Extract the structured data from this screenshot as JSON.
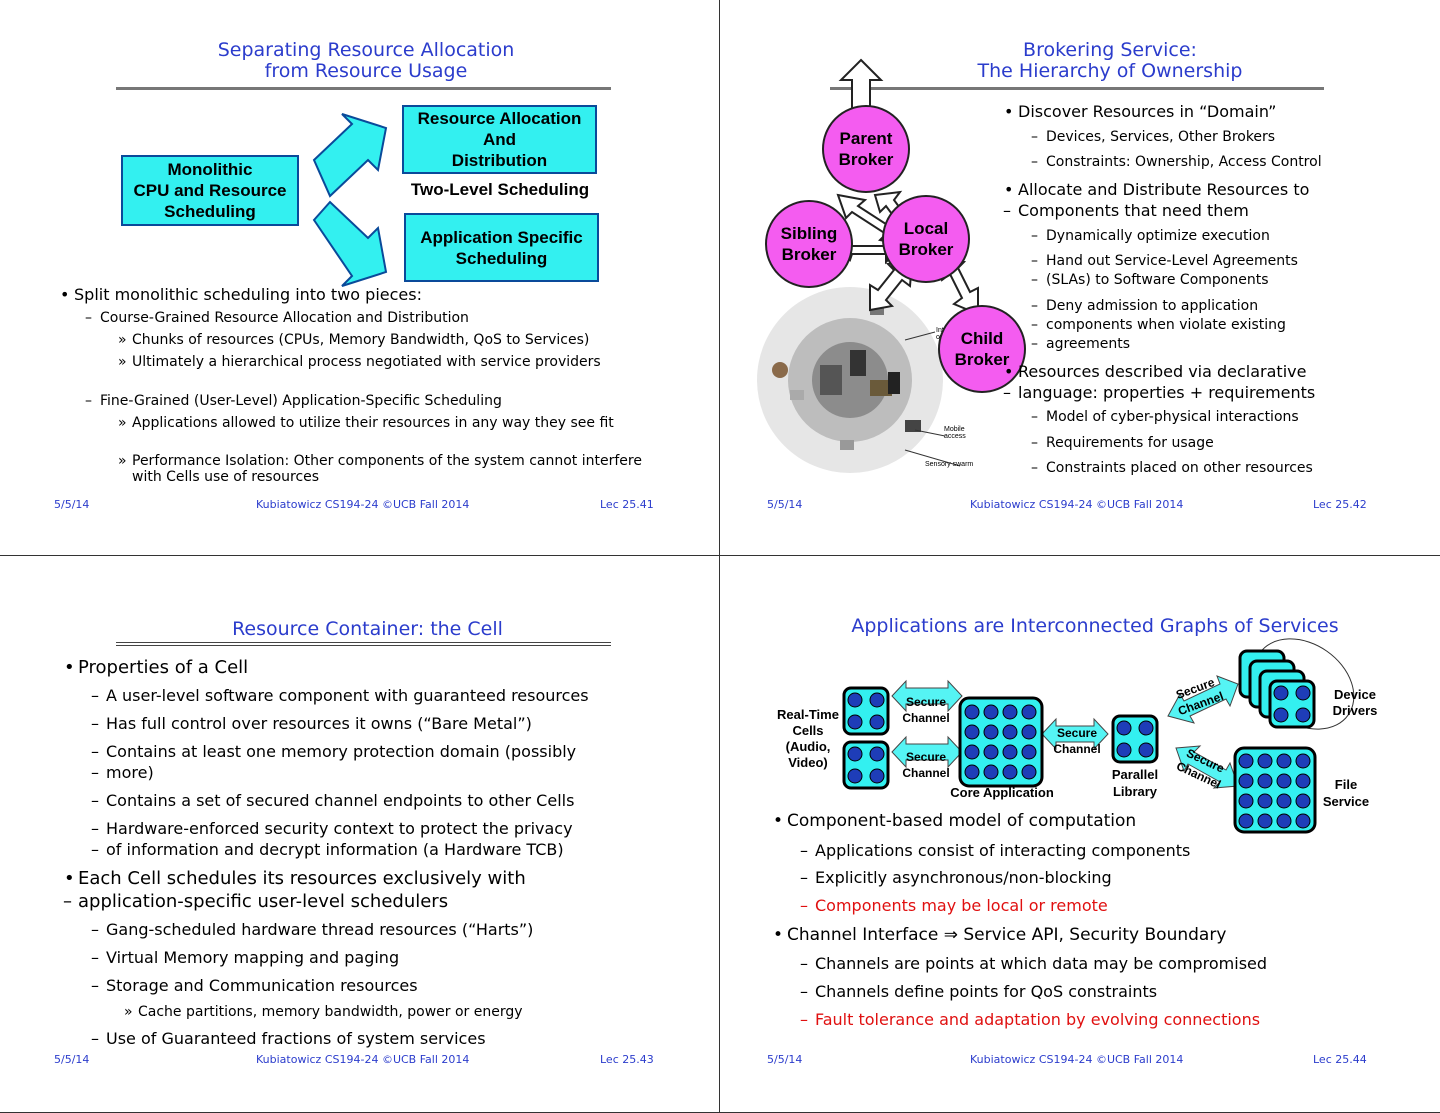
{
  "footer": {
    "date": "5/5/14",
    "course": "Kubiatowicz CS194-24 ©UCB Fall 2014"
  },
  "s1": {
    "title1": "Separating Resource Allocation",
    "title2": "from Resource Usage",
    "box_mono": [
      "Monolithic",
      "CPU and Resource",
      "Scheduling"
    ],
    "box_alloc": [
      "Resource Allocation",
      "And",
      "Distribution"
    ],
    "two_level": "Two-Level Scheduling",
    "box_app": [
      "Application Specific",
      "Scheduling"
    ],
    "bullets": [
      "Split monolithic scheduling into two pieces:",
      "Course-Grained Resource Allocation and Distribution",
      "Chunks of resources (CPUs, Memory Bandwidth, QoS to Services)",
      "Ultimately a hierarchical process negotiated with service providers",
      "Fine-Grained (User-Level) Application-Specific Scheduling",
      "Applications allowed to utilize their resources in any way they see fit",
      "Performance Isolation: Other components of the system cannot interfere with Cells use of resources"
    ],
    "lec": "Lec 25.41"
  },
  "s2": {
    "title1": "Brokering Service:",
    "title2": "The Hierarchy of Ownership",
    "parent": [
      "Parent",
      "Broker"
    ],
    "sibling": [
      "Sibling",
      "Broker"
    ],
    "local": [
      "Local",
      "Broker"
    ],
    "child": [
      "Child",
      "Broker"
    ],
    "photo_labels": [
      "Mobile",
      "access",
      "Sensory swarm",
      "Intern",
      "of"
    ],
    "bullets": [
      "Discover Resources in “Domain”",
      "Devices, Services, Other Brokers",
      "Constraints: Ownership, Access Control",
      "Allocate and Distribute Resources to",
      "Components that need them",
      "Dynamically optimize execution",
      "Hand out Service-Level Agreements",
      "(SLAs) to Software Components",
      "Deny admission to application",
      "components when violate existing",
      "agreements",
      "Resources described via declarative",
      "language: properties + requirements",
      "Model of cyber-physical interactions",
      "Requirements for usage",
      "Constraints placed on other resources"
    ],
    "lec": "Lec 25.42"
  },
  "s3": {
    "title": "Resource Container: the Cell",
    "bullets": [
      "Properties of a Cell",
      "A user-level software component with guaranteed resources",
      "Has full control over resources it owns (“Bare Metal”)",
      "Contains at least one memory protection domain (possibly",
      "more)",
      "Contains a set of secured channel endpoints to other Cells",
      "Hardware-enforced security context to protect the privacy",
      "of information and decrypt information (a Hardware TCB)",
      "Each Cell schedules its resources exclusively with",
      "application-specific user-level schedulers",
      "Gang-scheduled hardware thread resources (“Harts”)",
      "Virtual Memory mapping and paging",
      "Storage and Communication resources",
      "Cache partitions, memory bandwidth, power or energy",
      "Use of Guaranteed fractions of system services"
    ],
    "lec": "Lec 25.43"
  },
  "s4": {
    "title": "Applications are Interconnected Graphs of Services",
    "labels": {
      "realtime": [
        "Real-Time",
        "Cells",
        "(Audio,",
        "Video)"
      ],
      "secure": [
        "Secure",
        "Channel"
      ],
      "core": "Core Application",
      "parallel": [
        "Parallel",
        "Library"
      ],
      "device": [
        "Device",
        "Drivers"
      ],
      "file": [
        "File",
        "Service"
      ]
    },
    "bullets": [
      "Component-based model of computation",
      "Applications consist of interacting components",
      "Explicitly asynchronous/non-blocking",
      "Components may be local or remote",
      "Channel Interface ⇒ Service API, Security Boundary",
      "Channels are points at which data may be compromised",
      "Channels define points for QoS constraints",
      "Fault tolerance and adaptation by evolving connections"
    ],
    "colors": {
      "title": "#2b3ccc",
      "highlight": "#e01010",
      "box": "#33f0f0",
      "broker": "#f45cf0"
    },
    "lec": "Lec 25.44"
  }
}
